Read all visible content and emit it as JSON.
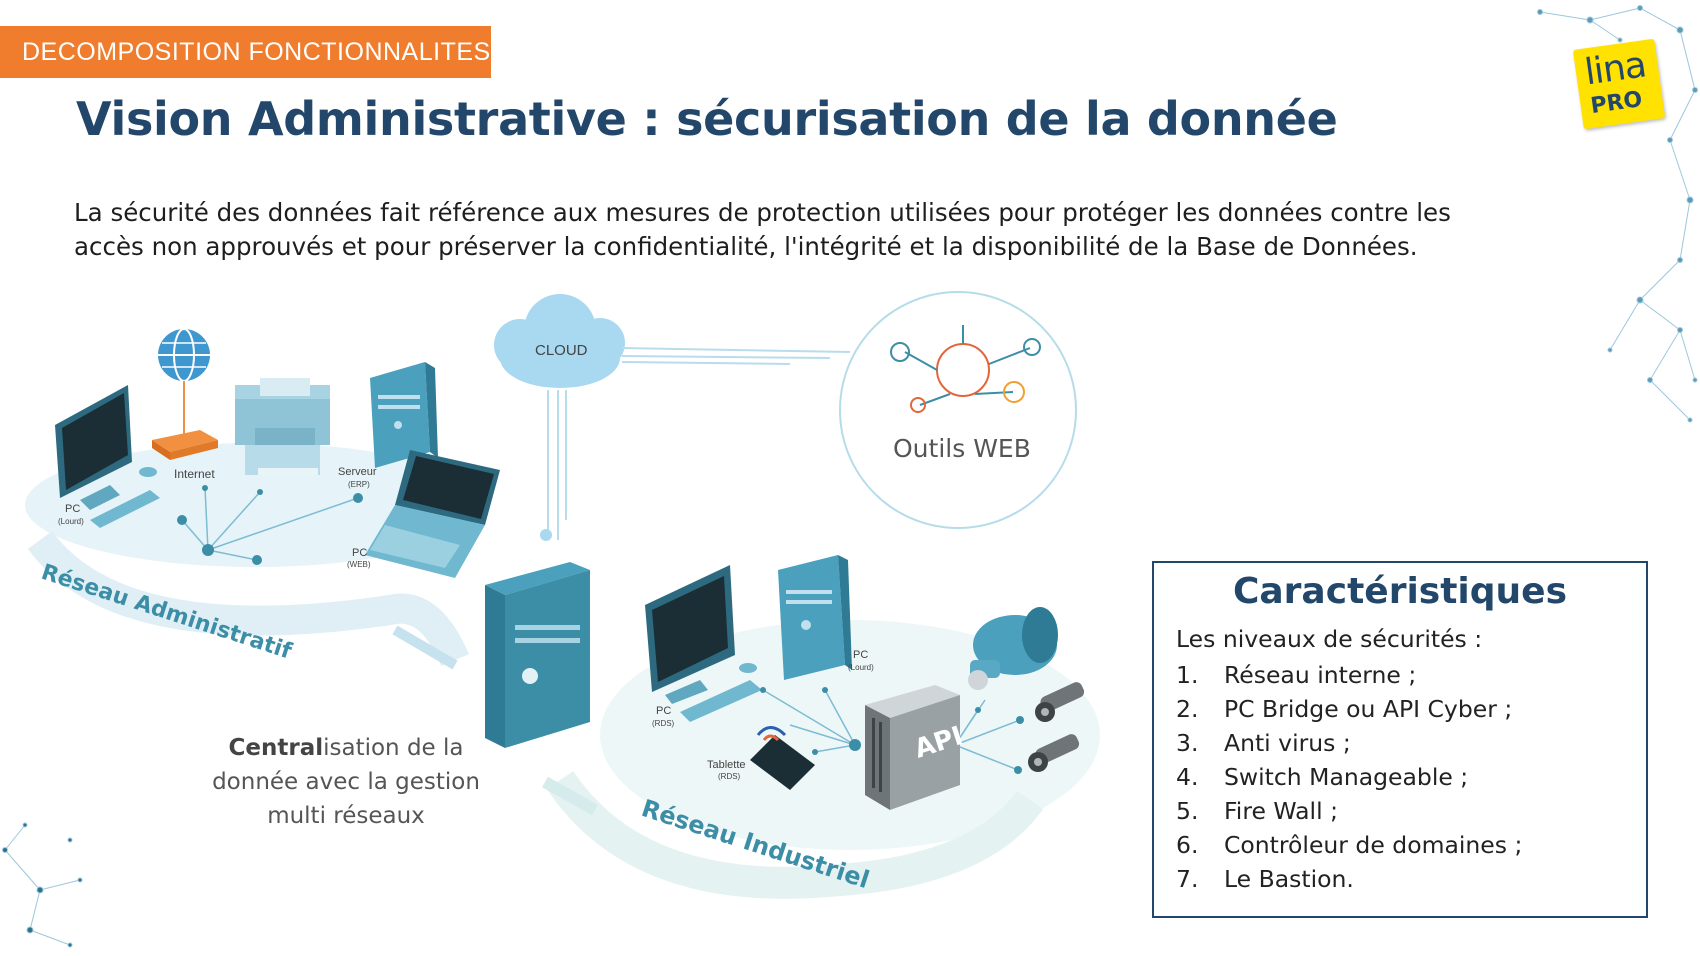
{
  "banner": {
    "label": "DECOMPOSITION FONCTIONNALITES"
  },
  "title": "Vision Administrative : sécurisation de la donnée",
  "intro": "La sécurité des données fait référence aux mesures de protection utilisées pour protéger les données contre les accès non approuvés et pour préserver la confidentialité, l'intégrité et la disponibilité de la Base de Données.",
  "logo": {
    "main": "lina",
    "sub": "PRO"
  },
  "diagram": {
    "cloud": "CLOUD",
    "web_tools": "Outils WEB",
    "admin_network": "Réseau Administratif",
    "industrial_network": "Réseau Industriel",
    "internet": "Internet",
    "server": "Serveur",
    "server_sub": "(ERP)",
    "pc_lourd_admin": "PC",
    "pc_lourd_admin_sub": "(Lourd)",
    "pc_web": "PC",
    "pc_web_sub": "(WEB)",
    "pc_lourd_ind": "PC",
    "pc_lourd_ind_sub": "(Lourd)",
    "pc_rds": "PC",
    "pc_rds_sub": "(RDS)",
    "tablet": "Tablette",
    "tablet_sub": "(RDS)",
    "api": "API",
    "caption": {
      "bold": "Central",
      "rest1": "isation de la",
      "line2": "donnée avec la gestion",
      "line3": "multi réseaux"
    }
  },
  "card": {
    "title": "Caractéristiques",
    "subtitle": "Les niveaux de sécurités :",
    "items": [
      {
        "num": "1.",
        "text": "Réseau interne ;"
      },
      {
        "num": "2.",
        "text": "PC Bridge ou API Cyber ;"
      },
      {
        "num": "3.",
        "text": "Anti virus ;"
      },
      {
        "num": "4.",
        "text": "Switch Manageable ;"
      },
      {
        "num": "5.",
        "text": "Fire Wall ;"
      },
      {
        "num": "6.",
        "text": "Contrôleur de domaines ;"
      },
      {
        "num": "7.",
        "text": "Le Bastion."
      }
    ]
  },
  "colors": {
    "accent": "#ef7d2d",
    "title": "#22476b",
    "teal": "#3c8ea7",
    "light": "#e6f3f8"
  }
}
